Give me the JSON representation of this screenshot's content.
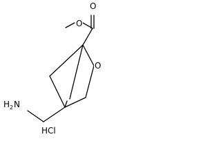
{
  "molecule": {
    "atoms": {
      "O_carbonyl": "O",
      "O_ester": "O",
      "O_ring": "O",
      "amine": "H",
      "amine_sub": "2",
      "amine_N": "N",
      "salt": "HCl"
    }
  }
}
